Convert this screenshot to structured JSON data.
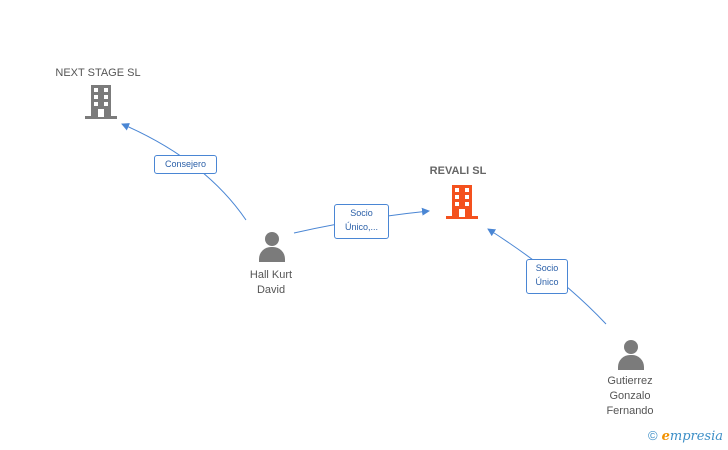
{
  "nodes": {
    "next_stage": {
      "label": "NEXT STAGE SL",
      "type": "company"
    },
    "revali": {
      "label": "REVALI SL",
      "type": "company",
      "highlight_color": "#f4511e"
    },
    "hall": {
      "label_lines": [
        "Hall Kurt",
        "David"
      ],
      "type": "person"
    },
    "gutierrez": {
      "label_lines": [
        "Gutierrez",
        "Gonzalo",
        "Fernando"
      ],
      "type": "person"
    }
  },
  "edges": [
    {
      "from": "hall",
      "to": "next_stage",
      "label_lines": [
        "Consejero"
      ]
    },
    {
      "from": "hall",
      "to": "revali",
      "label_lines": [
        "Socio",
        "Único,..."
      ]
    },
    {
      "from": "gutierrez",
      "to": "revali",
      "label_lines": [
        "Socio",
        "Único"
      ]
    }
  ],
  "colors": {
    "edge": "#4a86d4",
    "icon_gray": "#7b7b7b",
    "focus_company": "#f4511e"
  },
  "watermark": {
    "symbol": "©",
    "brand_initial": "e",
    "brand_rest": "mpresia"
  }
}
